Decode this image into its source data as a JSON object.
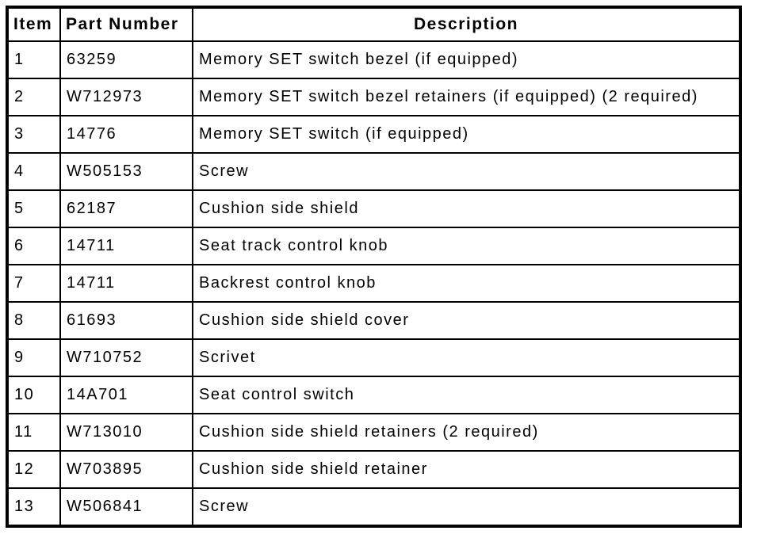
{
  "page": {
    "background_color": "#ffffff",
    "border_color": "#000000",
    "text_color": "#000000"
  },
  "table": {
    "headers": [
      {
        "key": "item",
        "label": "Item"
      },
      {
        "key": "part-number",
        "label": "Part Number"
      },
      {
        "key": "description",
        "label": "Description"
      }
    ],
    "rows": [
      [
        "1",
        "63259",
        "Memory SET switch bezel (if equipped)"
      ],
      [
        "2",
        "W712973",
        "Memory SET switch bezel retainers (if equipped) (2 required)"
      ],
      [
        "3",
        "14776",
        "Memory SET switch (if equipped)"
      ],
      [
        "4",
        "W505153",
        "Screw"
      ],
      [
        "5",
        "62187",
        "Cushion side shield"
      ],
      [
        "6",
        "14711",
        "Seat track control knob"
      ],
      [
        "7",
        "14711",
        "Backrest control knob"
      ],
      [
        "8",
        "61693",
        "Cushion side shield cover"
      ],
      [
        "9",
        "W710752",
        "Scrivet"
      ],
      [
        "10",
        "14A701",
        "Seat control switch"
      ],
      [
        "11",
        "W713010",
        "Cushion side shield retainers (2 required)"
      ],
      [
        "12",
        "W703895",
        "Cushion side shield retainer"
      ],
      [
        "13",
        "W506841",
        "Screw"
      ]
    ]
  }
}
